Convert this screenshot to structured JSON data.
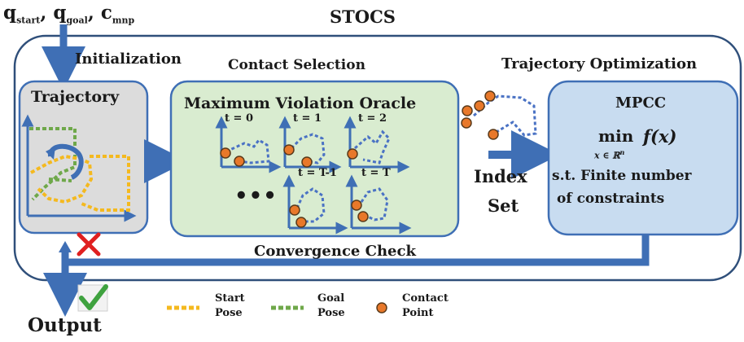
{
  "inputs": {
    "q": "q",
    "start_sub": "start",
    "sep1": ", ",
    "goal_sub": "goal",
    "sep2": ", ",
    "c": "c",
    "mnp_sub": "mnp"
  },
  "title": "STOCS",
  "initialization_label": "Initialization",
  "trajectory_box": {
    "title": "Trajectory"
  },
  "contact_selection": {
    "label": "Contact Selection",
    "oracle_title": "Maximum Violation Oracle",
    "steps": [
      "t = 0",
      "t = 1",
      "t = 2",
      "t = T-1",
      "t = T"
    ],
    "ellipsis": "•••"
  },
  "index_set": {
    "line1": "Index",
    "line2": "Set"
  },
  "trajectory_optimization_label": "Trajectory Optimization",
  "mpcc": {
    "title": "MPCC",
    "min": "min",
    "min_sub": "x ∈ ℝ",
    "min_sub_sup": "n",
    "fx": "f(x)",
    "line1": "s.t. Finite number",
    "line2": "of constraints"
  },
  "convergence_label": "Convergence Check",
  "output_label": "Output",
  "legend": [
    {
      "label_l1": "Start",
      "label_l2": "Pose",
      "color": "#f4b91f"
    },
    {
      "label_l1": "Goal",
      "label_l2": "Pose",
      "color": "#6fa84a"
    },
    {
      "label_l1": "Contact",
      "label_l2": "Point",
      "color": "#e8782a"
    }
  ],
  "colors": {
    "frame": "#2f4f7a",
    "arrow": "#3f6fb5",
    "contact_fill": "#d9ecd0",
    "traj_fill": "#dcdcdc",
    "mpcc_fill": "#c8dcf0",
    "dotted_blue": "#4a72c4"
  }
}
